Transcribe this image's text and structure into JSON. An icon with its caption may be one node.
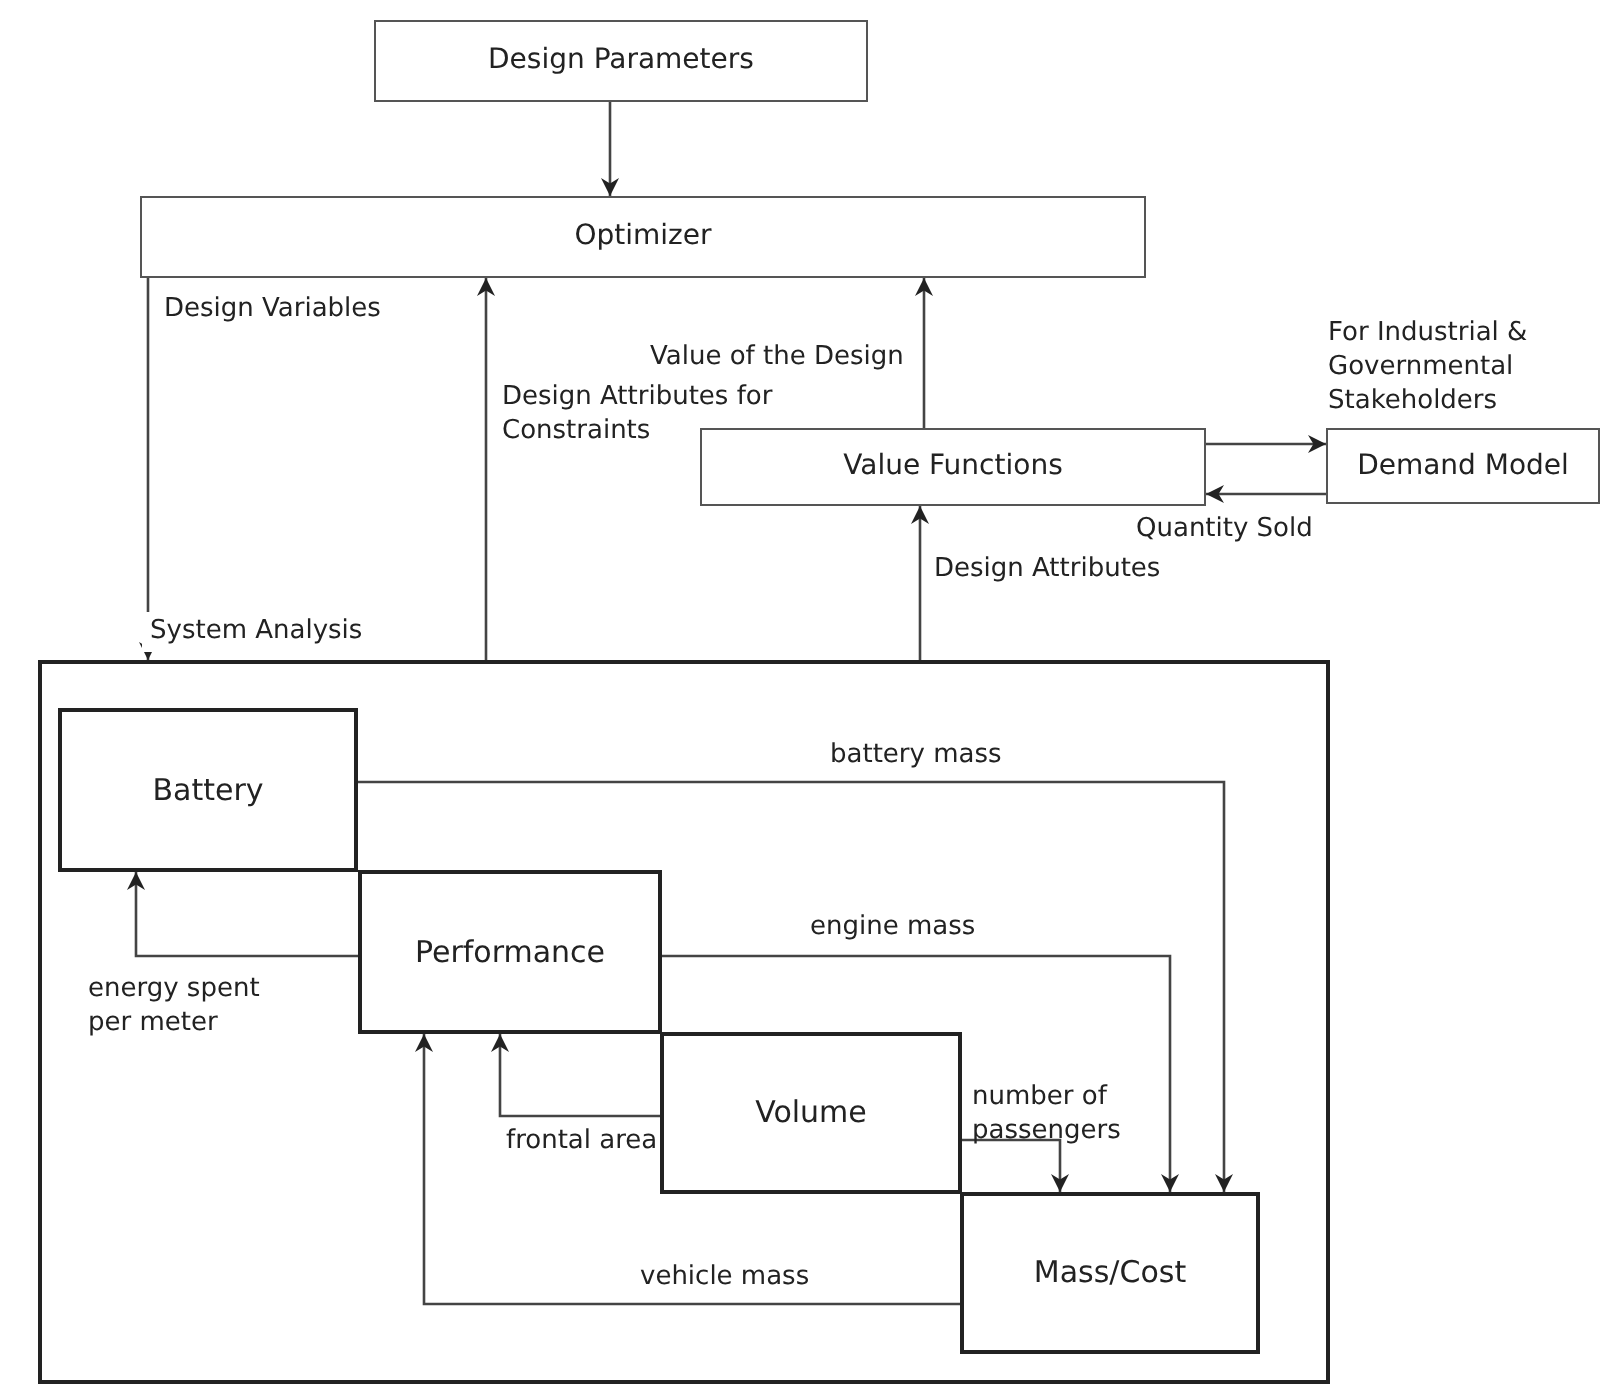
{
  "diagram": {
    "nodes": [
      {
        "text": [
          "Design Parameters"
        ]
      },
      {
        "text": [
          "Optimizer"
        ]
      },
      {
        "text": [
          "Value Functions"
        ]
      },
      {
        "text": [
          "Demand Model"
        ],
        "beside": [
          "For Industrial & Governmental Stakeholders"
        ]
      },
      {
        "text": [
          "System Analysis"
        ]
      },
      {
        "text": [
          "Battery"
        ],
        "in": 4
      },
      {
        "text": [
          "Performance"
        ],
        "in": 4
      },
      {
        "text": [
          "Volume"
        ],
        "in": 4
      },
      {
        "text": [
          "Mass/Cost"
        ],
        "in": 4
      }
    ],
    "edges": [
      {
        "from": 0,
        "to": 1,
        "arrow": "to"
      },
      {
        "from": 1,
        "to": 4,
        "arrow": "to",
        "label": "Design Variables"
      },
      {
        "from": 4,
        "to": 1,
        "arrow": "to",
        "label": "Design Attributes for Constraints"
      },
      {
        "from": 2,
        "to": 1,
        "arrow": "to",
        "label": "Value of the Design"
      },
      {
        "from": 4,
        "to": 2,
        "arrow": "to",
        "label": "Design Attributes"
      },
      {
        "from": 2,
        "to": 3,
        "arrow": "to"
      },
      {
        "from": 3,
        "to": 2,
        "arrow": "to",
        "label": "Quantity Sold"
      },
      {
        "from": 5,
        "to": 8,
        "arrow": "to",
        "label": "battery mass"
      },
      {
        "from": 6,
        "to": 8,
        "arrow": "to",
        "label": "engine mass"
      },
      {
        "from": 7,
        "to": 8,
        "arrow": "to",
        "label": "number of passengers"
      },
      {
        "from": 8,
        "to": 6,
        "arrow": "to",
        "label": "vehicle mass"
      },
      {
        "from": 7,
        "to": 6,
        "arrow": "to",
        "label": "frontal area"
      },
      {
        "from": 6,
        "to": 5,
        "arrow": "to",
        "label": "energy spent per meter"
      }
    ]
  }
}
